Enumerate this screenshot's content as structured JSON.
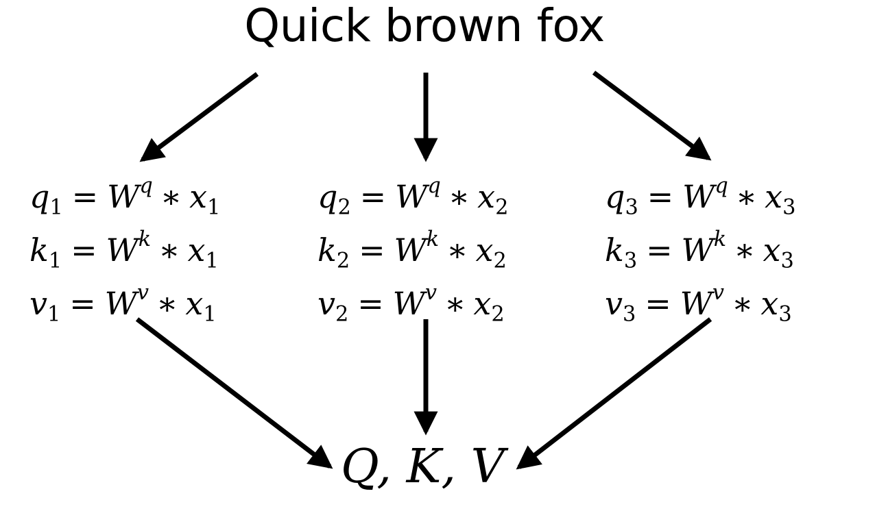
{
  "title": "Quick brown fox",
  "columns": [
    {
      "rows": [
        {
          "var": "q",
          "sub": "1",
          "sup": "q",
          "x": "x",
          "xsub": "1"
        },
        {
          "var": "k",
          "sub": "1",
          "sup": "k",
          "x": "x",
          "xsub": "1"
        },
        {
          "var": "v",
          "sub": "1",
          "sup": "v",
          "x": "x",
          "xsub": "1"
        }
      ]
    },
    {
      "rows": [
        {
          "var": "q",
          "sub": "2",
          "sup": "q",
          "x": "x",
          "xsub": "2"
        },
        {
          "var": "k",
          "sub": "2",
          "sup": "k",
          "x": "x",
          "xsub": "2"
        },
        {
          "var": "v",
          "sub": "2",
          "sup": "v",
          "x": "x",
          "xsub": "2"
        }
      ]
    },
    {
      "rows": [
        {
          "var": "q",
          "sub": "3",
          "sup": "q",
          "x": "x",
          "xsub": "3"
        },
        {
          "var": "k",
          "sub": "3",
          "sup": "k",
          "x": "x",
          "xsub": "3"
        },
        {
          "var": "v",
          "sub": "3",
          "sup": "v",
          "x": "x",
          "xsub": "3"
        }
      ]
    }
  ],
  "symbols": {
    "equals": "=",
    "weight": "W",
    "times": "∗"
  },
  "result": "Q, K, V",
  "colors": {
    "background": "#ffffff",
    "ink": "#000000"
  }
}
